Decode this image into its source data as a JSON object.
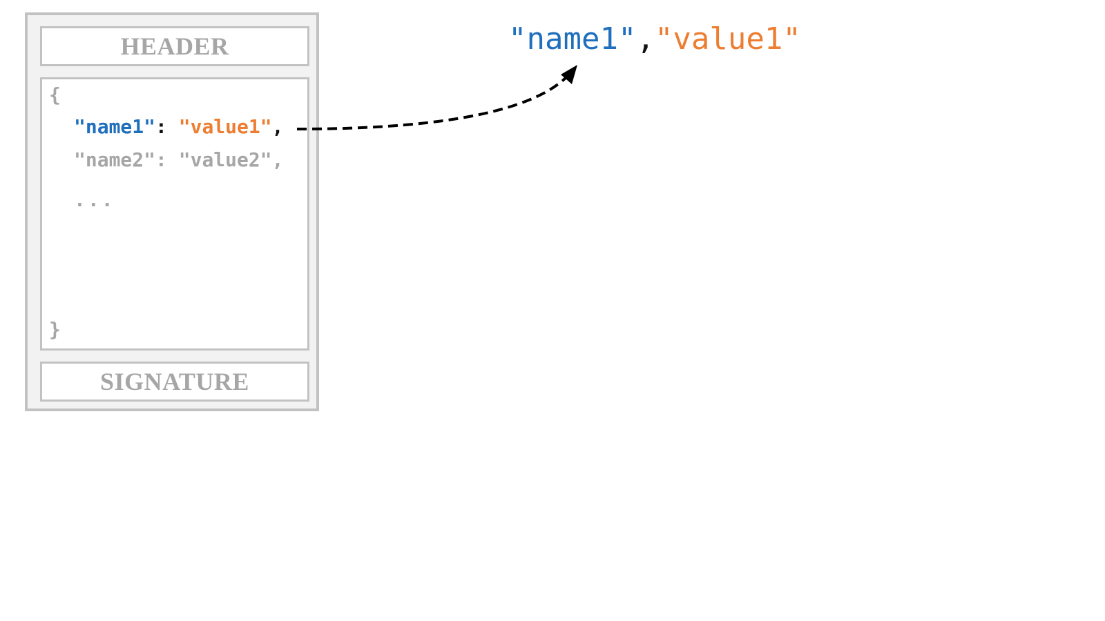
{
  "token": {
    "header_label": "HEADER",
    "signature_label": "SIGNATURE",
    "payload": {
      "open_brace": "{",
      "close_brace": "}",
      "claim1": {
        "name": "\"name1\"",
        "colon": ": ",
        "value": "\"value1\"",
        "comma": ","
      },
      "claim2": {
        "name": "\"name2\"",
        "colon": ": ",
        "value": "\"value2\"",
        "comma": ","
      },
      "ellipsis": "..."
    }
  },
  "extracted_pair": {
    "name": "\"name1\"",
    "separator": ",",
    "value": "\"value1\""
  },
  "colors": {
    "name": "#1f6fbd",
    "value": "#ed7d31",
    "muted": "#a6a6a6",
    "border": "#c2c2c2",
    "arrow": "#000000"
  }
}
